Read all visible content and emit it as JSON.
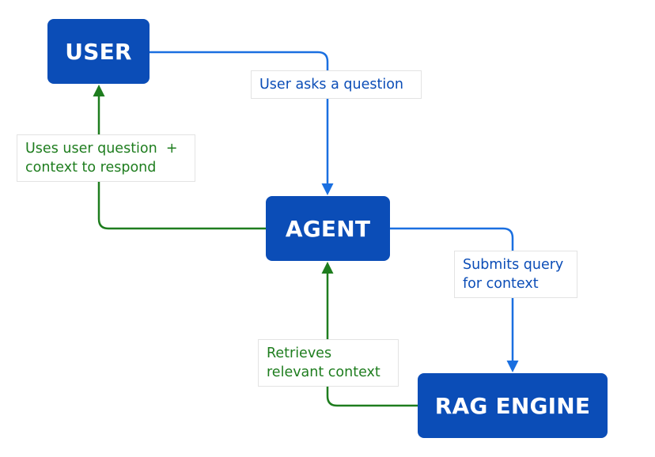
{
  "colors": {
    "node_fill": "#0b4db7",
    "node_text": "#ffffff",
    "request_flow": "#1a6fe0",
    "response_flow": "#1e7d1e",
    "request_label_text": "#0b4db7",
    "response_label_text": "#1e7d1e"
  },
  "nodes": {
    "user": "USER",
    "agent": "AGENT",
    "rag_engine": "RAG ENGINE"
  },
  "labels": {
    "user_to_agent": [
      "User asks a question"
    ],
    "agent_to_user": [
      "Uses user question  +",
      "context to respond"
    ],
    "agent_to_rag": [
      "Submits query",
      "for context"
    ],
    "rag_to_agent": [
      "Retrieves",
      "relevant context"
    ]
  }
}
